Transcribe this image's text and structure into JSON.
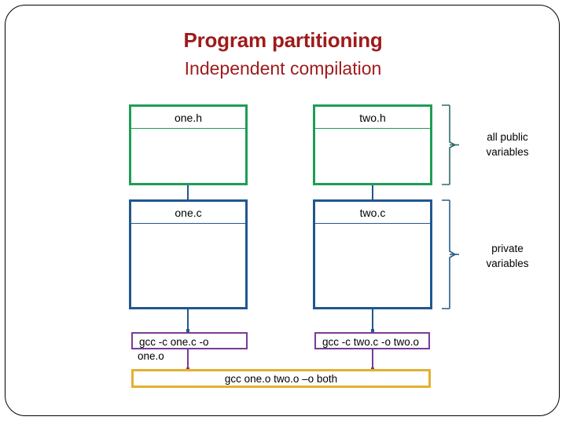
{
  "slide": {
    "title": "Program partitioning",
    "subtitle": "Independent compilation",
    "title_color": "#9e1b1b"
  },
  "colors": {
    "header_box_border": "#1f9d55",
    "source_box_border": "#22578f",
    "compile_box_border": "#7a3b96",
    "link_box_border": "#e3b033",
    "frame": "#000000"
  },
  "diagram": {
    "header_files": [
      {
        "label": "one.h"
      },
      {
        "label": "two.h"
      }
    ],
    "source_files": [
      {
        "label": "one.c"
      },
      {
        "label": "two.c"
      }
    ],
    "compile_commands": [
      {
        "in_box": "gcc -c one.c -o",
        "overflow": "one.o"
      },
      {
        "in_box": "gcc -c two.c -o two.o",
        "overflow": ""
      }
    ],
    "link_command": {
      "label": "gcc one.o two.o –o both"
    },
    "annotations": [
      {
        "line1": "all public",
        "line2": "variables"
      },
      {
        "line1": "private",
        "line2": "variables"
      }
    ]
  }
}
